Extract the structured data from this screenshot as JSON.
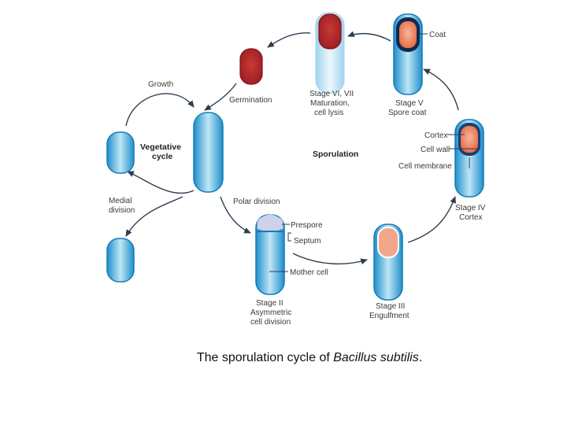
{
  "colors": {
    "cell_light": "#bfe6f6",
    "cell_dark": "#1e8fcb",
    "cell_edge": "#157ab4",
    "spore_red": "#b2262a",
    "spore_pale": "#f3a68a",
    "coat_dark": "#1a3f73",
    "prespore": "#cfd0ea",
    "arrow": "#2d3e50",
    "text": "#3a3a3a"
  },
  "labels": {
    "growth": "Growth",
    "germination": "Germination",
    "vegetative_1": "Vegetative",
    "vegetative_2": "cycle",
    "medial_1": "Medial",
    "medial_2": "division",
    "polar_division": "Polar division",
    "sporulation": "Sporulation",
    "stage67_1": "Stage VI, VII",
    "stage67_2": "Maturation,",
    "stage67_3": "cell lysis",
    "stage5_1": "Stage V",
    "stage5_2": "Spore coat",
    "coat": "Coat",
    "cortex": "Cortex",
    "cell_wall": "Cell wall",
    "cell_membrane": "Cell membrane",
    "stage4_1": "Stage IV",
    "stage4_2": "Cortex",
    "prespore": "Prespore",
    "septum": "Septum",
    "mother_cell": "Mother cell",
    "stage2_1": "Stage II",
    "stage2_2": "Asymmetric",
    "stage2_3": "cell division",
    "stage3_1": "Stage III",
    "stage3_2": "Engulfment"
  },
  "caption": {
    "prefix": "The sporulation cycle of ",
    "organism": "Bacillus subtilis",
    "suffix": "."
  }
}
